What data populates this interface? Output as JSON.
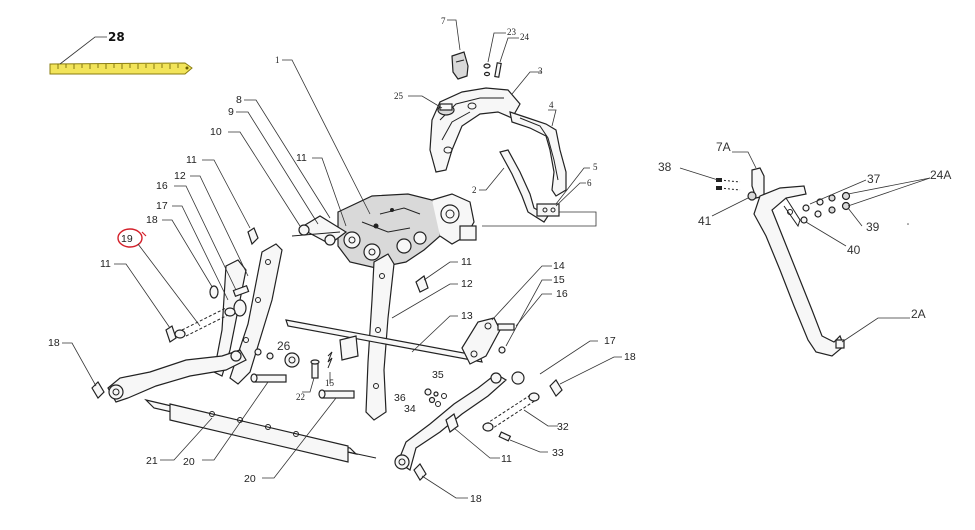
{
  "diagram": {
    "highlight_color": "#d4202a",
    "ruler_color": "#f2e45a",
    "callouts": {
      "c28": "28",
      "c7": "7",
      "c23": "23",
      "c24": "24",
      "c3": "3",
      "c25": "25",
      "c4": "4",
      "c1": "1",
      "c2": "2",
      "c5": "5",
      "c6": "6",
      "c8": "8",
      "c9": "9",
      "c10": "10",
      "c11a": "11",
      "c11b": "11",
      "c11c": "11",
      "c11d": "11",
      "c11e": "11",
      "c12a": "12",
      "c12b": "12",
      "c16a": "16",
      "c16b": "16",
      "c17a": "17",
      "c17b": "17",
      "c18a": "18",
      "c18b": "18",
      "c18c": "18",
      "c18d": "18",
      "c19": "19",
      "c13": "13",
      "c14": "14",
      "c15a": "15",
      "c15b": "15",
      "c26": "26",
      "c22": "22",
      "c20a": "20",
      "c20b": "20",
      "c21": "21",
      "c35": "35",
      "c36": "36",
      "c34": "34",
      "c32": "32",
      "c33": "33",
      "c7A": "7A",
      "c38": "38",
      "c37": "37",
      "c24A": "24A",
      "c41": "41",
      "c39": "39",
      "c40": "40",
      "c2A": "2A"
    }
  }
}
